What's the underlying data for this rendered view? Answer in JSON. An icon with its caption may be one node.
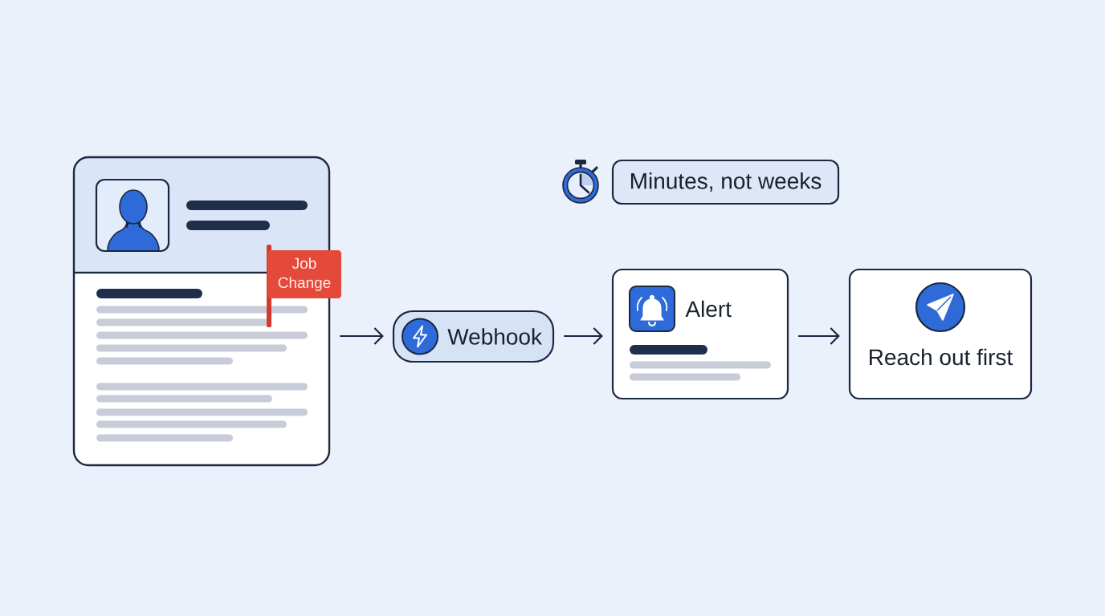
{
  "diagram": {
    "nodes": [
      {
        "text": [],
        "shape": "picture"
      },
      {
        "text": [
          "Job Change"
        ]
      },
      {
        "text": [
          "Webhook"
        ]
      },
      {
        "text": [
          "Minutes, not weeks"
        ]
      },
      {
        "text": [
          "Alert"
        ]
      },
      {
        "text": [
          "Reach out first"
        ]
      }
    ],
    "edges": [
      {
        "from": 0,
        "to": 2,
        "arrow": "to"
      },
      {
        "from": 2,
        "to": 4,
        "arrow": "to"
      },
      {
        "from": 4,
        "to": 5,
        "arrow": "to"
      }
    ]
  }
}
